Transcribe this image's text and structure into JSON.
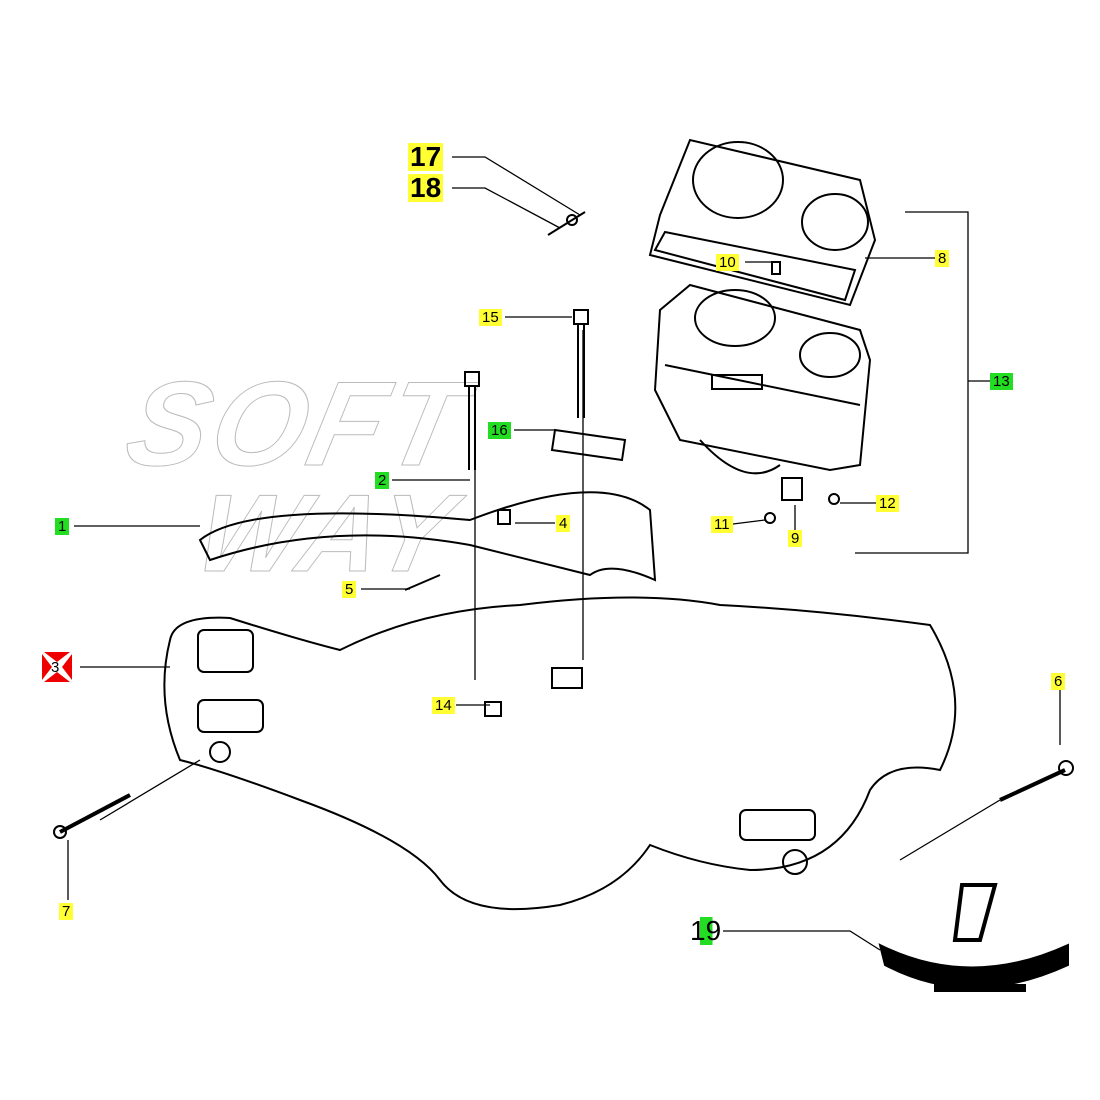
{
  "watermark": {
    "line1": "SOFT",
    "line2": "WAY"
  },
  "colors": {
    "yellow": "#ffff33",
    "green": "#22dd22",
    "red": "#ee0000",
    "line": "#000000"
  },
  "callouts": [
    {
      "num": "1",
      "highlight": "green"
    },
    {
      "num": "2",
      "highlight": "green"
    },
    {
      "num": "3",
      "highlight": "red-marker"
    },
    {
      "num": "4",
      "highlight": "yellow"
    },
    {
      "num": "5",
      "highlight": "yellow"
    },
    {
      "num": "6",
      "highlight": "yellow"
    },
    {
      "num": "7",
      "highlight": "yellow"
    },
    {
      "num": "8",
      "highlight": "yellow"
    },
    {
      "num": "9",
      "highlight": "yellow"
    },
    {
      "num": "10",
      "highlight": "yellow"
    },
    {
      "num": "11",
      "highlight": "yellow"
    },
    {
      "num": "12",
      "highlight": "yellow"
    },
    {
      "num": "13",
      "highlight": "green"
    },
    {
      "num": "14",
      "highlight": "yellow"
    },
    {
      "num": "15",
      "highlight": "yellow"
    },
    {
      "num": "16",
      "highlight": "green"
    },
    {
      "num": "17",
      "highlight": "yellow"
    },
    {
      "num": "18",
      "highlight": "yellow"
    },
    {
      "num": "19",
      "highlight": "green"
    }
  ]
}
